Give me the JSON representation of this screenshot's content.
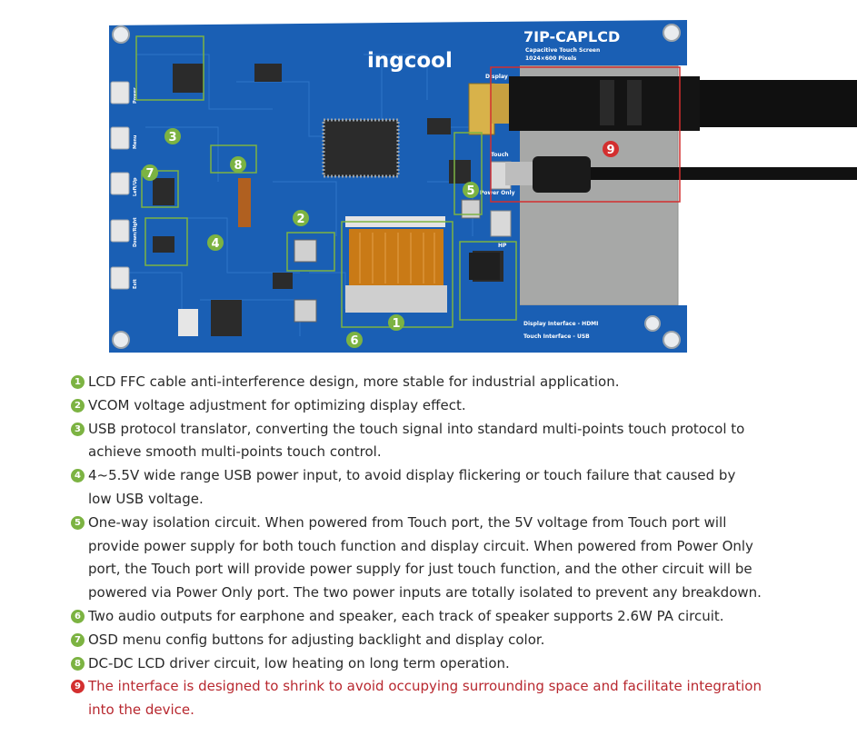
{
  "board": {
    "model": "7IP-CAPLCD",
    "subtitle1": "Capacitive Touch Screen",
    "subtitle2": "1024×600 Pixels",
    "brand": "ingcool",
    "port_display": "Display",
    "port_touch": "Touch",
    "port_power": "Power Only",
    "port_hp": "HP",
    "iface1": "Display Interface - HDMI",
    "iface2": "Touch Interface - USB",
    "buttons": [
      "Power",
      "Menu",
      "Left/Up",
      "Down/Right",
      "Exit"
    ],
    "callouts": [
      "1",
      "2",
      "3",
      "4",
      "5",
      "6",
      "7",
      "8",
      "9"
    ],
    "colors": {
      "pcb": "#1a5fb4",
      "callout": "#7cb342",
      "highlight": "#d32f2f"
    }
  },
  "features": [
    {
      "num": "1",
      "text": "LCD FFC cable anti-interference design, more stable for industrial application."
    },
    {
      "num": "2",
      "text": "VCOM voltage adjustment for optimizing display effect."
    },
    {
      "num": "3",
      "text": "USB protocol translator, converting the touch signal into standard multi-points touch protocol to achieve smooth multi-points touch control."
    },
    {
      "num": "4",
      "text": "4~5.5V wide range USB power input, to avoid display flickering or touch failure that caused by low USB voltage."
    },
    {
      "num": "5",
      "text": "One-way isolation circuit. When powered from Touch port, the 5V voltage from Touch port will provide power supply for both touch function and display circuit. When powered from Power Only port, the Touch port will provide power supply for just touch function, and the other circuit will be powered via Power Only port. The two power inputs are totally isolated to prevent any breakdown."
    },
    {
      "num": "6",
      "text": "Two audio outputs for earphone and speaker, each track of speaker supports 2.6W PA circuit."
    },
    {
      "num": "7",
      "text": "OSD menu config buttons for adjusting backlight and display color."
    },
    {
      "num": "8",
      "text": "DC-DC LCD driver circuit, low heating on long term operation."
    },
    {
      "num": "9",
      "text": "The interface is designed to shrink to avoid occupying surrounding space and facilitate integration into the device."
    }
  ]
}
